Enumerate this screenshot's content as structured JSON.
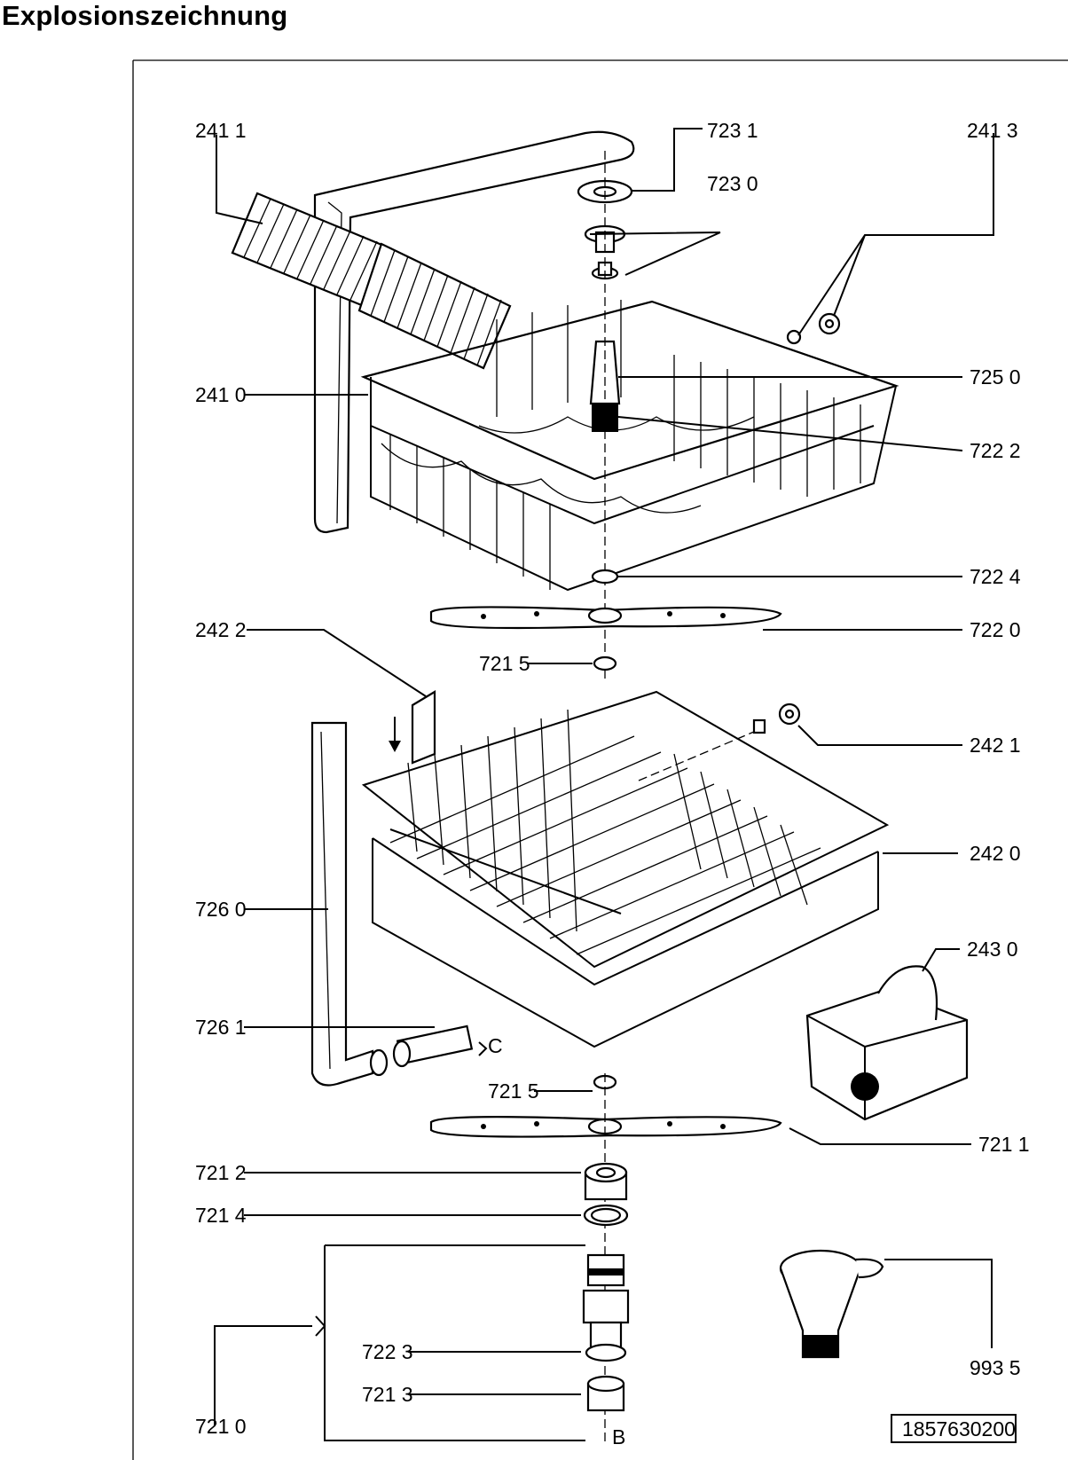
{
  "title": "Explosionszeichnung",
  "labels": {
    "p2411": "241 1",
    "p7231": "723 1",
    "p7230": "723 0",
    "p2413": "241 3",
    "p2410": "241 0",
    "p7250": "725 0",
    "p7222": "722 2",
    "p7224": "722 4",
    "p2422": "242 2",
    "p7220": "722 0",
    "p7215a": "721 5",
    "p2421": "242 1",
    "p2420": "242 0",
    "p7260": "726 0",
    "p2430": "243 0",
    "p7261": "726 1",
    "mark_c": "C",
    "p7215b": "721 5",
    "p7211": "721 1",
    "p7212": "721 2",
    "p7214": "721 4",
    "p9935": "993 5",
    "p7223": "722 3",
    "p7213": "721 3",
    "p7210": "721 0",
    "mark_b": "B"
  },
  "drawing_number": "1857630200"
}
